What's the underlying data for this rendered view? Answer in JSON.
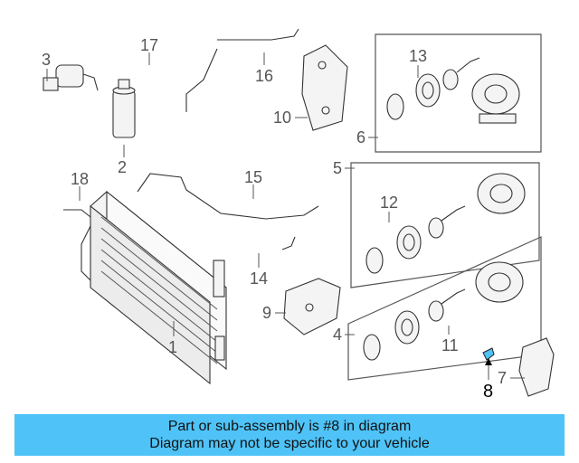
{
  "diagram": {
    "callouts": [
      {
        "id": "c1",
        "text": "1"
      },
      {
        "id": "c2",
        "text": "2"
      },
      {
        "id": "c3",
        "text": "3"
      },
      {
        "id": "c4",
        "text": "4"
      },
      {
        "id": "c5",
        "text": "5"
      },
      {
        "id": "c6",
        "text": "6"
      },
      {
        "id": "c7",
        "text": "7"
      },
      {
        "id": "c8",
        "text": "8"
      },
      {
        "id": "c9",
        "text": "9"
      },
      {
        "id": "c10",
        "text": "10"
      },
      {
        "id": "c11",
        "text": "11"
      },
      {
        "id": "c12",
        "text": "12"
      },
      {
        "id": "c13",
        "text": "13"
      },
      {
        "id": "c14",
        "text": "14"
      },
      {
        "id": "c15",
        "text": "15"
      },
      {
        "id": "c16",
        "text": "16"
      },
      {
        "id": "c17",
        "text": "17"
      },
      {
        "id": "c18",
        "text": "18"
      }
    ],
    "highlighted_part": "8",
    "highlight_color": "#4fc3f7"
  },
  "banner": {
    "line1": "Part or sub-assembly is #8 in diagram",
    "line2": "Diagram may not be specific to your vehicle",
    "background": "#4fc3f7"
  }
}
